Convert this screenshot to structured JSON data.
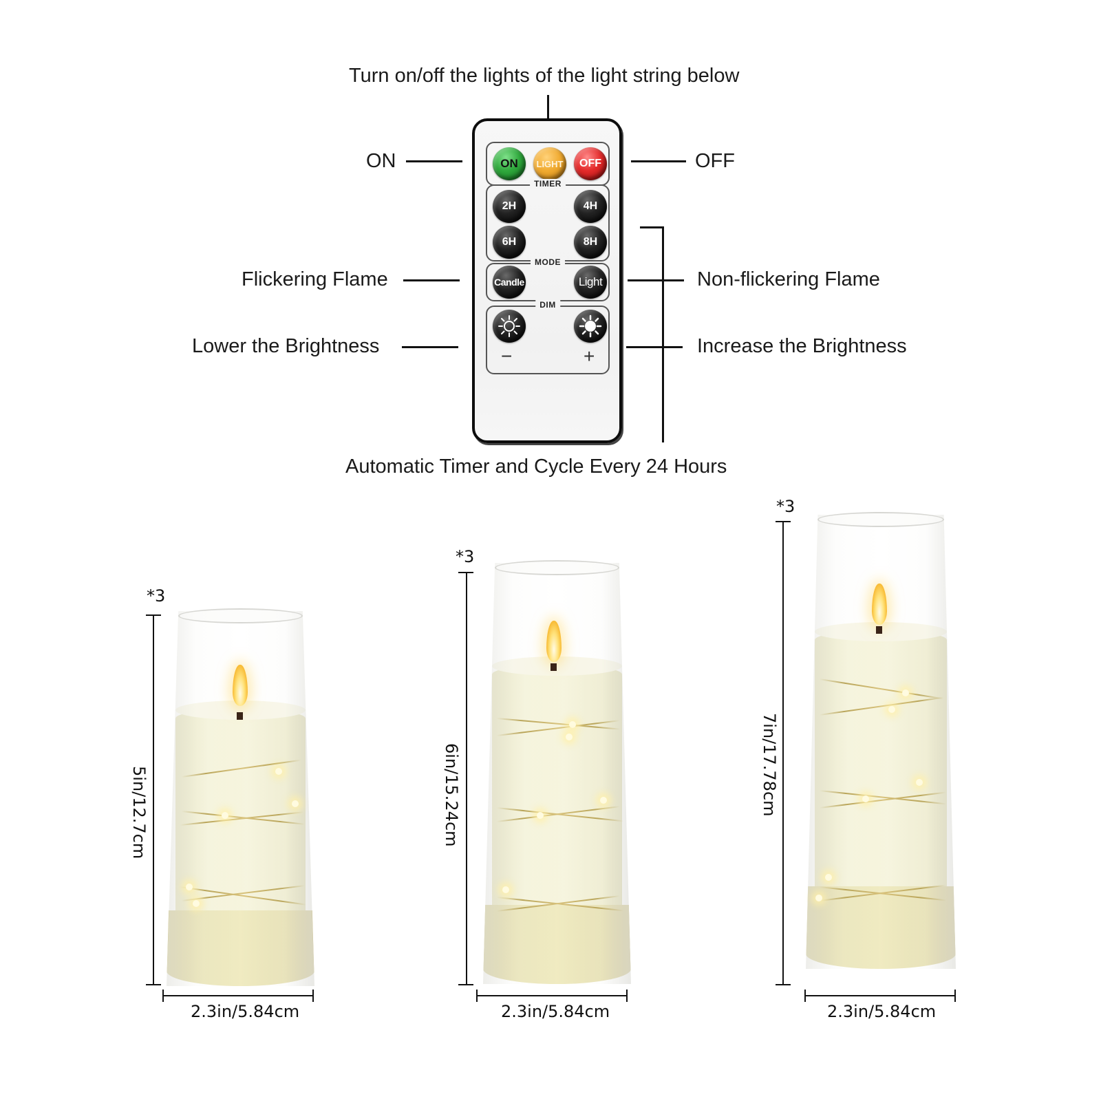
{
  "callouts": {
    "top": "Turn on/off the lights of the light string below",
    "on": "ON",
    "off": "OFF",
    "flicker": "Flickering Flame",
    "nonflicker": "Non-flickering Flame",
    "lower": "Lower the Brightness",
    "increase": "Increase the Brightness",
    "bottom": "Automatic Timer and Cycle Every 24 Hours"
  },
  "remote": {
    "power_buttons": [
      {
        "label": "ON",
        "color": "#2fa83c"
      },
      {
        "label": "LIGHT",
        "color": "#f0aa30"
      },
      {
        "label": "OFF",
        "color": "#e32a2a"
      }
    ],
    "timer": {
      "title": "TIMER",
      "buttons": [
        "2H",
        "4H",
        "6H",
        "8H"
      ]
    },
    "mode": {
      "title": "MODE",
      "buttons": [
        "Candle",
        "Light"
      ]
    },
    "dim": {
      "title": "DIM",
      "buttons": [
        "brightness-down-icon",
        "brightness-up-icon"
      ],
      "minus": "−",
      "plus": "+"
    }
  },
  "candles": [
    {
      "quantity": "*3",
      "height_label": "5in/12.7cm",
      "width_label": "2.3in/5.84cm"
    },
    {
      "quantity": "*3",
      "height_label": "6in/15.24cm",
      "width_label": "2.3in/5.84cm"
    },
    {
      "quantity": "*3",
      "height_label": "7in/17.78cm",
      "width_label": "2.3in/5.84cm"
    }
  ]
}
